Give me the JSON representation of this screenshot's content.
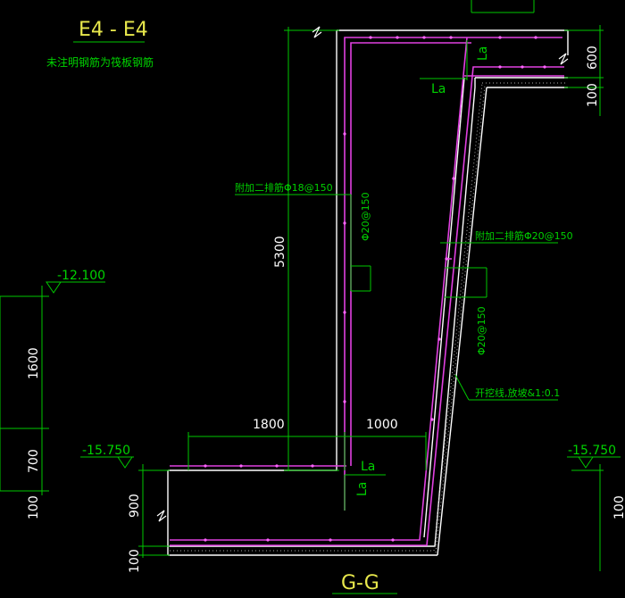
{
  "section_title": "E4 - E4",
  "note": "未注明钢筋为筏板钢筋",
  "bottom_title": "G-G",
  "dims": {
    "d600": "600",
    "d100_top": "100",
    "d5300": "5300",
    "d1600": "1600",
    "d700": "700",
    "d100_left": "100",
    "d900": "900",
    "d100_bottom": "100",
    "d1800": "1800",
    "d1000": "1000",
    "d100_right": "100"
  },
  "elevations": {
    "left": "-12.100",
    "mid": "-15.750",
    "right": "-15.750"
  },
  "labels": {
    "la_top_slab": "La",
    "la_top_slope": "La",
    "la_bottom_h": "La",
    "la_bottom_v": "La",
    "rebar_left": "附加二排筋Φ18@150",
    "rebar_wall_vert": "Φ20@150",
    "rebar_right": "附加二排筋Φ20@150",
    "rebar_slope_vert": "Φ20@150",
    "slope_note": "开挖线,放坡&1:0.1"
  },
  "colors": {
    "green": "#00d200",
    "cyan_dim": "#00c800",
    "magenta": "#e040e0",
    "white": "#ffffff",
    "yellow": "#e8e84c"
  }
}
